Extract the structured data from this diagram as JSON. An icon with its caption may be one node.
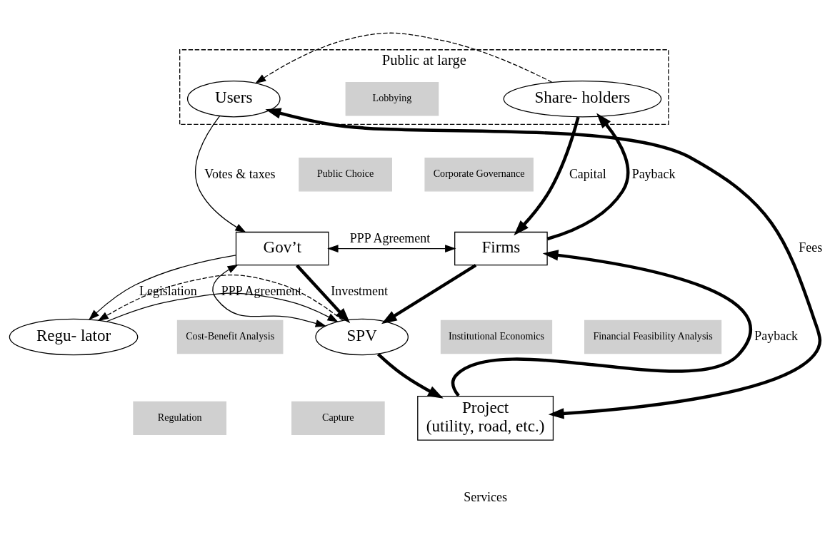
{
  "diagram": {
    "nodes": [
      {
        "text": [
          "Public at large"
        ]
      },
      {
        "text": [
          "Users"
        ],
        "in": 0
      },
      {
        "text": [
          "Share- holders"
        ],
        "in": 0
      },
      {
        "text": [
          "Gov’t"
        ]
      },
      {
        "text": [
          "Firms"
        ]
      },
      {
        "text": [
          "Regu- lator"
        ]
      },
      {
        "text": [
          "SPV"
        ]
      },
      {
        "text": [
          "Project",
          "(utility, road, etc.)"
        ]
      },
      {
        "text": [
          "Lobbying"
        ],
        "in": 0
      },
      {
        "text": [
          "Public Choice"
        ]
      },
      {
        "text": [
          "Corporate Governance"
        ]
      },
      {
        "text": [
          "Cost-Benefit Analysis"
        ]
      },
      {
        "text": [
          "Institutional Economics"
        ]
      },
      {
        "text": [
          "Financial Feasibility Analysis"
        ]
      },
      {
        "text": [
          "Regulation"
        ]
      },
      {
        "text": [
          "Capture"
        ]
      }
    ],
    "edges": [
      {
        "from": 2,
        "to": 1,
        "arrow": "to",
        "style": "dashed"
      },
      {
        "from": 1,
        "to": 3,
        "arrow": "to",
        "label": "Votes & taxes"
      },
      {
        "from": 2,
        "to": 4,
        "arrow": "to",
        "style": "thick",
        "label": "Capital"
      },
      {
        "from": 3,
        "to": 4,
        "arrow": "both",
        "label": "PPP Agreement"
      },
      {
        "from": 4,
        "to": 2,
        "arrow": "to",
        "style": "thick",
        "label": "Payback"
      },
      {
        "from": 3,
        "to": 5,
        "arrow": "to",
        "label": "Legislation"
      },
      {
        "from": 3,
        "to": 6,
        "arrow": "both",
        "label": "PPP Agreement"
      },
      {
        "from": 3,
        "to": 6,
        "arrow": "to",
        "style": "thick",
        "label": "Investment"
      },
      {
        "from": 4,
        "to": 6,
        "arrow": "to",
        "style": "thick"
      },
      {
        "from": 5,
        "to": 6,
        "arrow": "to"
      },
      {
        "from": 6,
        "to": 5,
        "arrow": "to",
        "style": "dashed"
      },
      {
        "from": 6,
        "to": 7,
        "arrow": "to",
        "style": "thick"
      },
      {
        "from": 7,
        "to": 4,
        "arrow": "to",
        "style": "thick",
        "label": "Payback"
      },
      {
        "from": 7,
        "to": 1,
        "arrow": "both",
        "style": "thick",
        "label": "Fees"
      }
    ],
    "labels": [
      "Services"
    ]
  }
}
